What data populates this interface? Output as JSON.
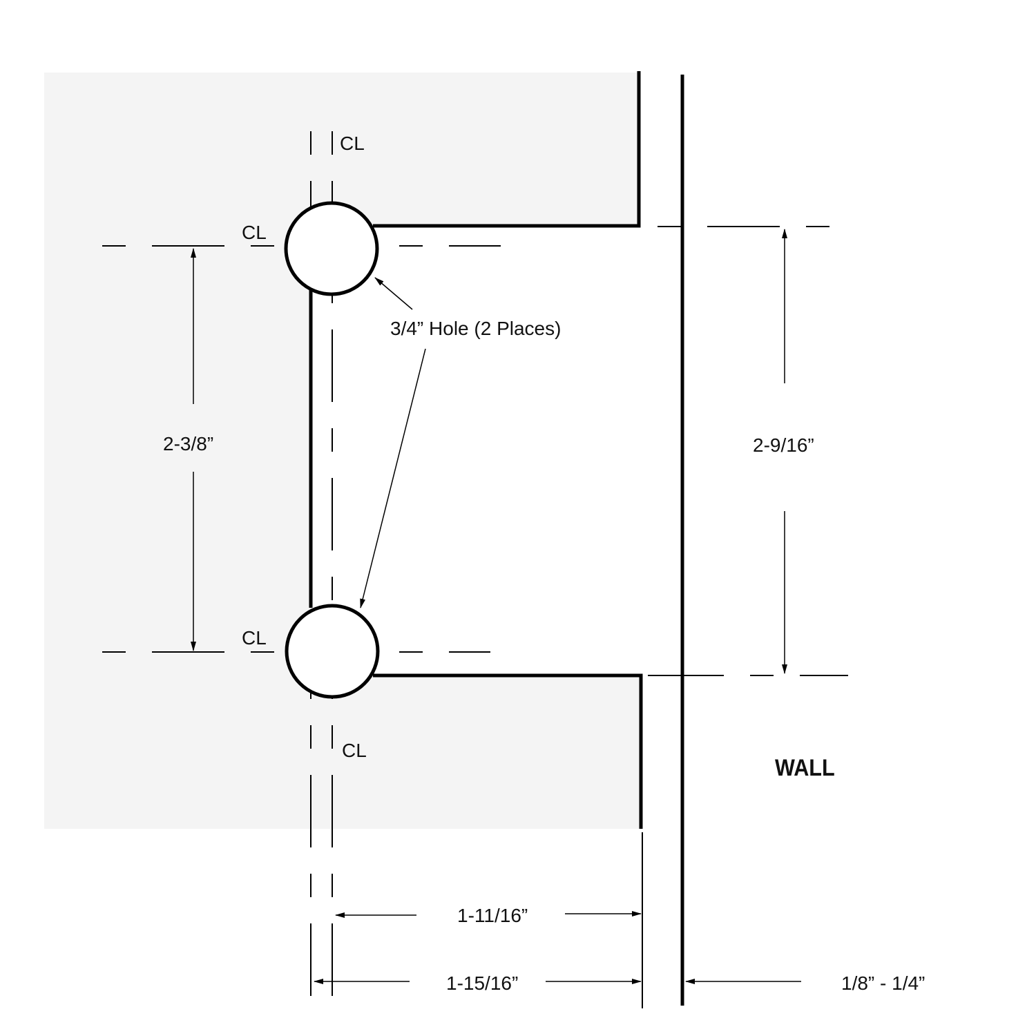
{
  "labels": {
    "cl": "CL",
    "hole_note": "3/4” Hole (2 Places)",
    "hole_spacing": "2-3/8”",
    "cutout_height": "2-9/16”",
    "wall": "WALL",
    "edge_to_hole_center": "1-11/16”",
    "edge_to_hole_far": "1-15/16”",
    "wall_gap": "1/8” - 1/4”"
  },
  "colors": {
    "panel_fill": "#f4f4f4",
    "line": "#000000"
  }
}
